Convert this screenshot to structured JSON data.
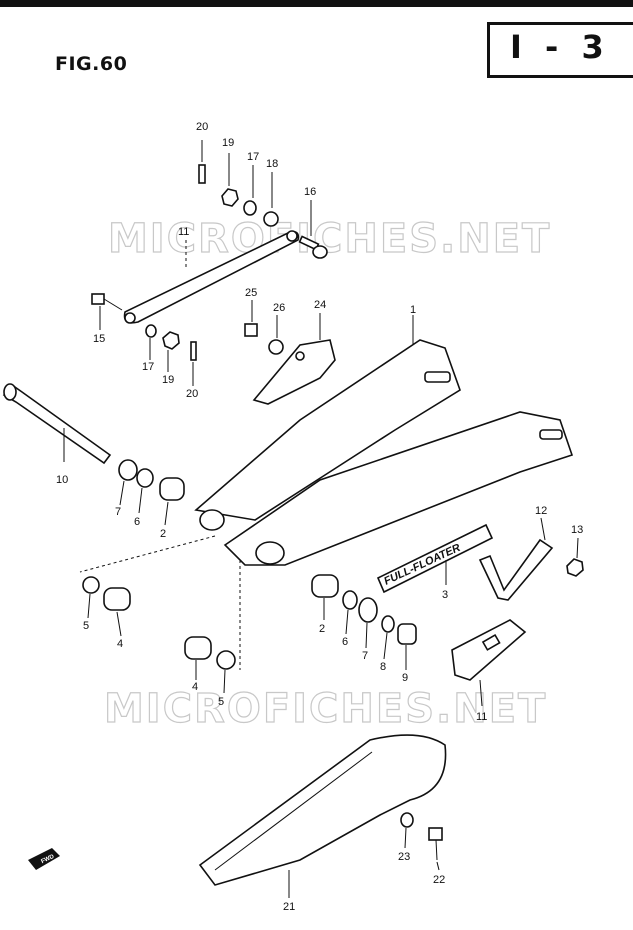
{
  "figure": {
    "title": "FIG.60",
    "section": "I - 3"
  },
  "watermark": {
    "top": "MICROFICHES.NET",
    "bottom": "MICROFICHES.NET"
  },
  "fwd_label": "FWD",
  "full_floater_text": "FULL-FLOATER",
  "callouts": {
    "c1": "1",
    "c2a": "2",
    "c2b": "2",
    "c3": "3",
    "c4a": "4",
    "c4b": "4",
    "c5a": "5",
    "c5b": "5",
    "c6a": "6",
    "c6b": "6",
    "c7a": "7",
    "c7b": "7",
    "c8": "8",
    "c9": "9",
    "c10": "10",
    "c11a": "11",
    "c11b": "11",
    "c12": "12",
    "c13": "13",
    "c15": "15",
    "c16": "16",
    "c17a": "17",
    "c17b": "17",
    "c18": "18",
    "c19a": "19",
    "c19b": "19",
    "c20a": "20",
    "c20b": "20",
    "c21": "21",
    "c22": "22",
    "c23": "23",
    "c24": "24",
    "c25": "25",
    "c26": "26"
  }
}
